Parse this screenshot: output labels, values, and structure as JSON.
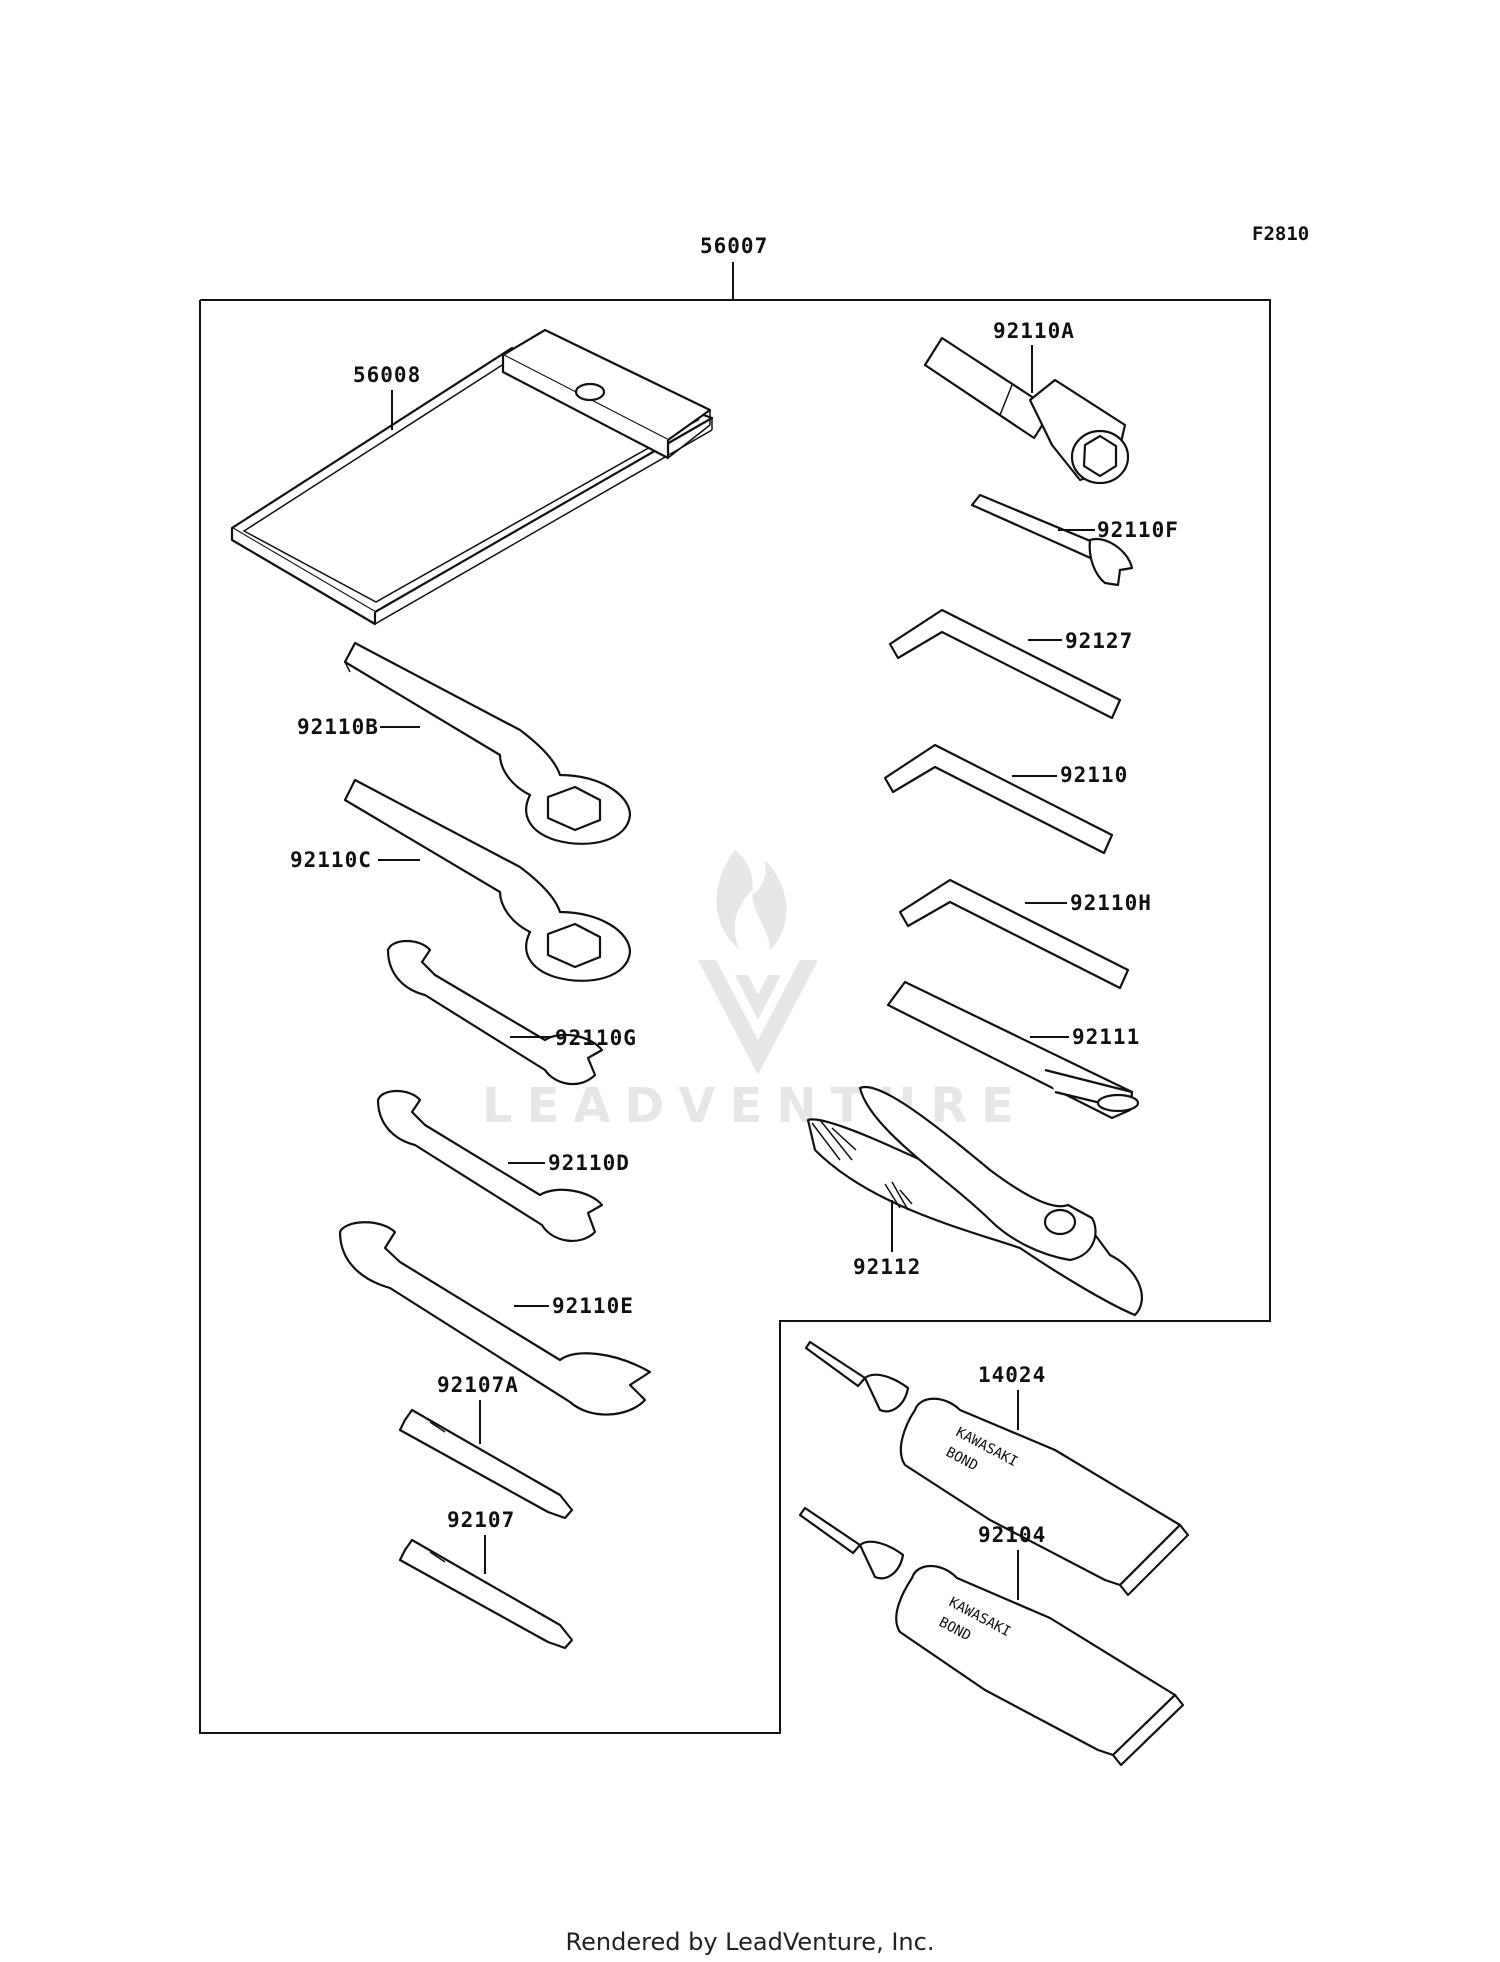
{
  "figure_code": "F2810",
  "assembly": {
    "part_number": "56007"
  },
  "parts": [
    {
      "id": "p56008",
      "part_number": "56008"
    },
    {
      "id": "p92110A",
      "part_number": "92110A"
    },
    {
      "id": "p92110F",
      "part_number": "92110F"
    },
    {
      "id": "p92127",
      "part_number": "92127"
    },
    {
      "id": "p92110",
      "part_number": "92110"
    },
    {
      "id": "p92110H",
      "part_number": "92110H"
    },
    {
      "id": "p92111",
      "part_number": "92111"
    },
    {
      "id": "p92112",
      "part_number": "92112"
    },
    {
      "id": "p92110B",
      "part_number": "92110B"
    },
    {
      "id": "p92110C",
      "part_number": "92110C"
    },
    {
      "id": "p92110G",
      "part_number": "92110G"
    },
    {
      "id": "p92110D",
      "part_number": "92110D"
    },
    {
      "id": "p92110E",
      "part_number": "92110E"
    },
    {
      "id": "p92107A",
      "part_number": "92107A"
    },
    {
      "id": "p92107",
      "part_number": "92107"
    },
    {
      "id": "p14024",
      "part_number": "14024"
    },
    {
      "id": "p92104",
      "part_number": "92104"
    }
  ],
  "tube_print": {
    "line1": "KAWASAKI",
    "line2": "BOND"
  },
  "watermark": {
    "text": "LEADVENTURE"
  },
  "footer": {
    "text": "Rendered by LeadVenture, Inc."
  }
}
